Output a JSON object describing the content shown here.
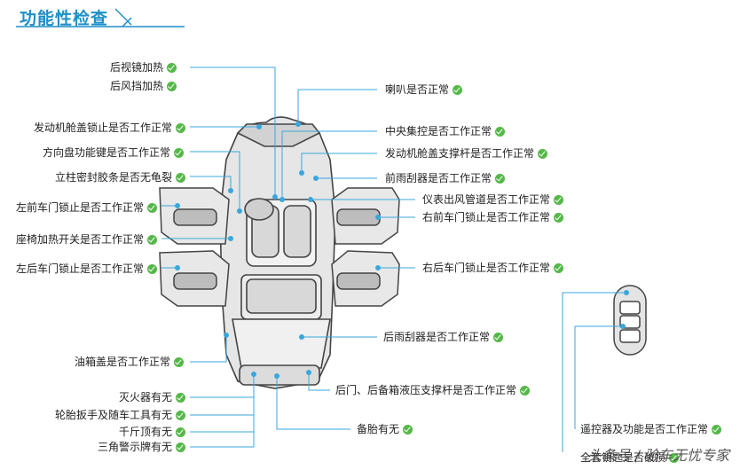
{
  "title": "功能性检查",
  "labels": {
    "rear_mirror_heat": "后视镜加热",
    "rear_windshield_heat": "后风挡加热",
    "hood_lock": "发动机舱盖锁止是否工作正常",
    "steering_keys": "方向盘功能键是否工作正常",
    "pillar_seal": "立柱密封胶条是否无龟裂",
    "lf_door_lock": "左前车门锁止是否工作正常",
    "seat_heat": "座椅加热开关是否工作正常",
    "lr_door_lock": "左后车门锁止是否工作正常",
    "fuel_cap": "油箱盖是否工作正常",
    "extinguisher": "灭火器有无",
    "tire_wrench": "轮胎扳手及随车工具有无",
    "jack": "千斤顶有无",
    "triangle": "三角警示牌有无",
    "horn": "喇叭是否正常",
    "center_control": "中央集控是否工作正常",
    "hood_strut": "发动机舱盖支撑杆是否工作正常",
    "front_wiper": "前雨刮器是否工作正常",
    "vent": "仪表出风管道是否工作正常",
    "rf_door_lock": "右前车门锁止是否工作正常",
    "rr_door_lock": "右后车门锁止是否工作正常",
    "rear_wiper": "后雨刮器是否工作正常",
    "tailgate_strut": "后门、后备箱液压支撑杆是否工作正常",
    "spare_tire": "备胎有无",
    "remote": "遥控器及功能是否工作正常",
    "all_keys": "全套钥匙是否破损"
  },
  "watermark": "头条号 / 验车无忧专家",
  "colors": {
    "accent": "#1f8fc8",
    "check": "#55b848",
    "line": "#3aa7dc"
  }
}
